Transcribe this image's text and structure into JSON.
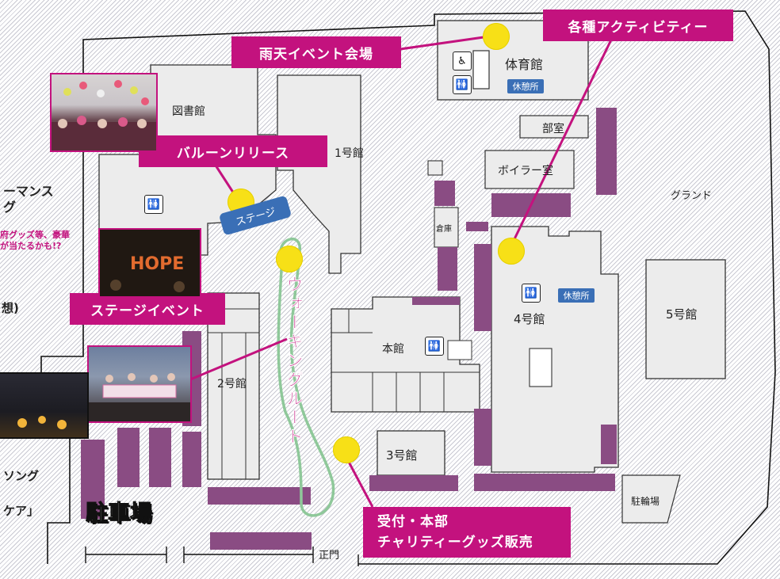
{
  "callouts": {
    "rain_venue": "雨天イベント会場",
    "activities": "各種アクティビティー",
    "balloon": "バルーンリリース",
    "stage_event": "ステージイベント",
    "reception_line1": "受付・本部",
    "reception_line2": "チャリティーグッズ販売"
  },
  "buildings": {
    "library": "図書館",
    "bldg1": "1号館",
    "gym": "体育館",
    "clubroom": "部室",
    "boiler": "ボイラー室",
    "storage": "倉庫",
    "bldg4": "4号館",
    "main": "本館",
    "bldg2": "2号館",
    "bldg3": "3号館",
    "bldg5": "5号館",
    "ground": "グランド",
    "bike": "駐輪場",
    "parking": "駐車場",
    "gate": "正門"
  },
  "tags": {
    "stage": "ステージ",
    "rest1": "休憩所",
    "rest2": "休憩所"
  },
  "walking_route": "ウォーキングルート",
  "side": {
    "line1": "ーマンス",
    "line2": "グ",
    "line3": "府グッズ等、豪華",
    "line4": "が当たるかも!?",
    "line5": "想)",
    "line6": "ソング",
    "line7": "ケア」"
  },
  "photo_text": {
    "hope": "HOPE"
  },
  "colors": {
    "magenta": "#c3127e",
    "purple": "#8a4c83",
    "yellow": "#f7e017",
    "green": "#8fc89a",
    "blue": "#3a6fb6"
  },
  "icons": [
    "wheelchair-icon",
    "restroom-icon"
  ]
}
